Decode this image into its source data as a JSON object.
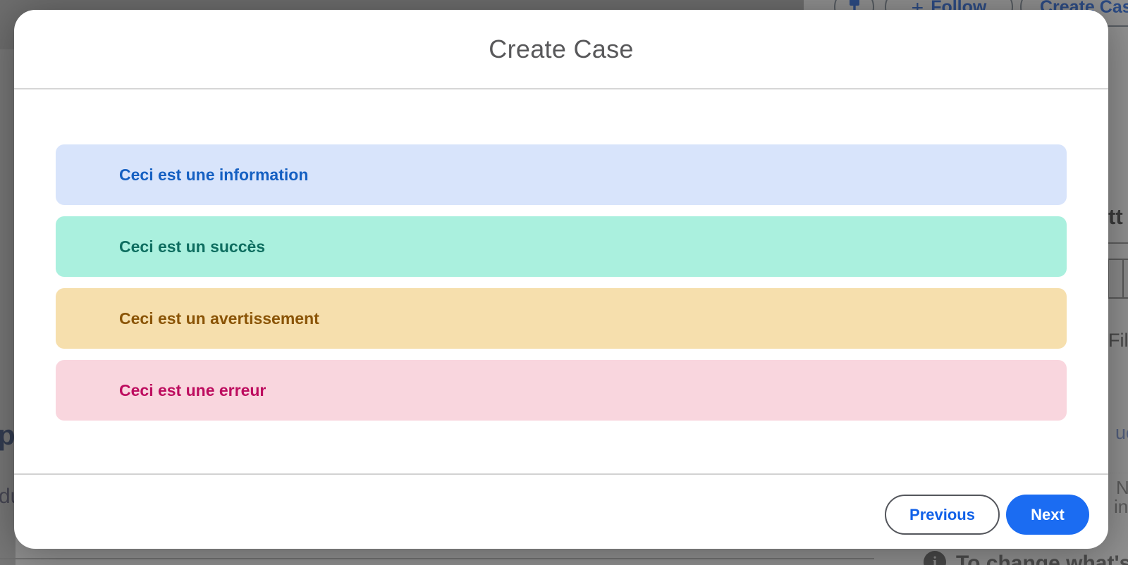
{
  "backdrop": {
    "header_buttons": [
      {
        "name": "pin",
        "label": "",
        "icon": "pin-icon"
      },
      {
        "name": "follow",
        "label": "Follow",
        "icon": "follow-plus-icon"
      },
      {
        "name": "create-case",
        "label": "Create Case",
        "icon": ""
      }
    ],
    "left_fragments": [
      {
        "text": "p"
      },
      {
        "text": "du"
      }
    ],
    "right_fragments": [
      {
        "text": "tt"
      },
      {
        "text": "Filt"
      },
      {
        "text": "ue"
      },
      {
        "text": "No"
      },
      {
        "text": "ing"
      }
    ],
    "bottom_note": "To change what's s"
  },
  "modal": {
    "title": "Create Case",
    "alerts": [
      {
        "id": "info",
        "text": "Ceci est une information",
        "bg": "#d8e4fb",
        "fg": "#1560c2"
      },
      {
        "id": "success",
        "text": "Ceci est un succès",
        "bg": "#aaf0de",
        "fg": "#0e6e60"
      },
      {
        "id": "warning",
        "text": "Ceci est un avertissement",
        "bg": "#f6dfad",
        "fg": "#8a5406"
      },
      {
        "id": "error",
        "text": "Ceci est une erreur",
        "bg": "#f9d6de",
        "fg": "#bd0d5f"
      }
    ],
    "footer": {
      "previous": "Previous",
      "next": "Next"
    }
  },
  "colors": {
    "primary_blue": "#1b6cf2",
    "previous_text_blue": "#1161e8",
    "title_gray": "#58585a",
    "overlay": "rgba(0,0,0,0.43)"
  }
}
